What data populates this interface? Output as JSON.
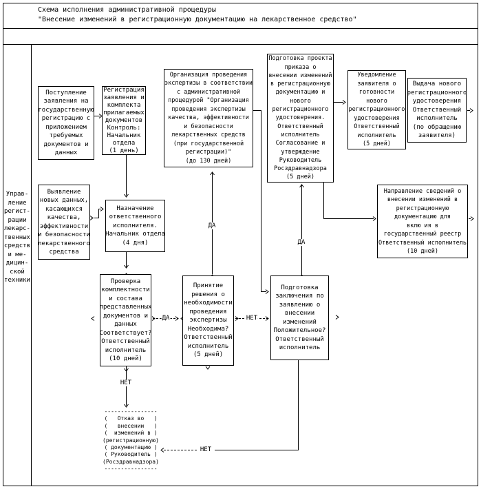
{
  "title": {
    "line1": "Схема исполнения административной процедуры",
    "line2": "\"Внесение изменений в регистрационную документацию на лекарственное средство\""
  },
  "sidebar": {
    "department_label": "Управ-\nление\nрегист-\nрации\nлекарс-\nтвенных\nсредств\nи ме-\nдицин-\nской\nтехники"
  },
  "boxes": {
    "receipt": "Поступление\nзаявления на\nгосударственную\nрегистрацию с\nприложением\nтребуемых\nдокументов и\nданных",
    "registration": "Регистрация\nзаявления и\nкомплекта\nприлагаемых\nдокументов\nКонтроль:\nНачальник\nотдела\n(1 день)",
    "expertise_org": "Организация проведения\nэкспертизы в соответствии\nс административной\nпроцедурой \"Организация\nпроведения экспертизы\nкачества, эффективности\nи безопасности\nлекарственных средств\n(при государственной\nрегистрации)\"\n(до 130 дней)",
    "order_draft": "Подготовка проекта\nприказа о\nвнесении изменений\nв регистрационную\nдокументацию и\nнового\nрегистрационного\nудостоверения.\nОтветственный\nисполнитель\nСогласование и\nутверждение\nРуководитель\nРосздравнадзора\n(5 дней)",
    "notify": "Уведомление\nзаявителя о\nготовности\nнового\nрегистрационного\nудостоверения\nОтветственный\nисполнитель\n(5 дней)",
    "issue": "Выдача нового\nрегистрационного\nудостоверения\nОтветственный\nисполнитель\n(по обращению\nзаявителя)",
    "new_data": "Выявление\nновых данных,\nкасающихся\nкачества,\nэффективности\nи безопасности\nлекарственного\nсредства",
    "assign": "Назначение\nответственного\nисполнителя.\nНачальник отдела\n(4 дня)",
    "check": "Проверка\nкомплектности\nи состава\nпредставленных\nдокументов и\nданных\nСоответствует?\nОтветственный\nисполнитель\n(10 дней)",
    "decision": "Принятие\nрешения о\nнеобходимости\nпроведения\nэкспертизы\nНеобходима?\nОтветственный\nисполнитель\n(5 дней)",
    "conclusion": "Подготовка\nзаключения по\nзаявлению о\nвнесении\nизменений\nПоложительное?\nОтветственный\nисполнитель",
    "registry": "Направление сведений о\nвнесении изменений в\nрегистрационную\nдокументацию для\nвклю ия в\nгосударственный реестр\nОтветственный исполнитель\n(10 дней)",
    "refusal": "----------------\n(   Отказ во   )\n(   внесении   )\n(  изменений в )\n(регистрационную)\n( документацию )\n( Руководитель )\n(Росздравнадзора)\n----------------"
  },
  "labels": {
    "yes": "ДА",
    "no": "НЕТ"
  }
}
